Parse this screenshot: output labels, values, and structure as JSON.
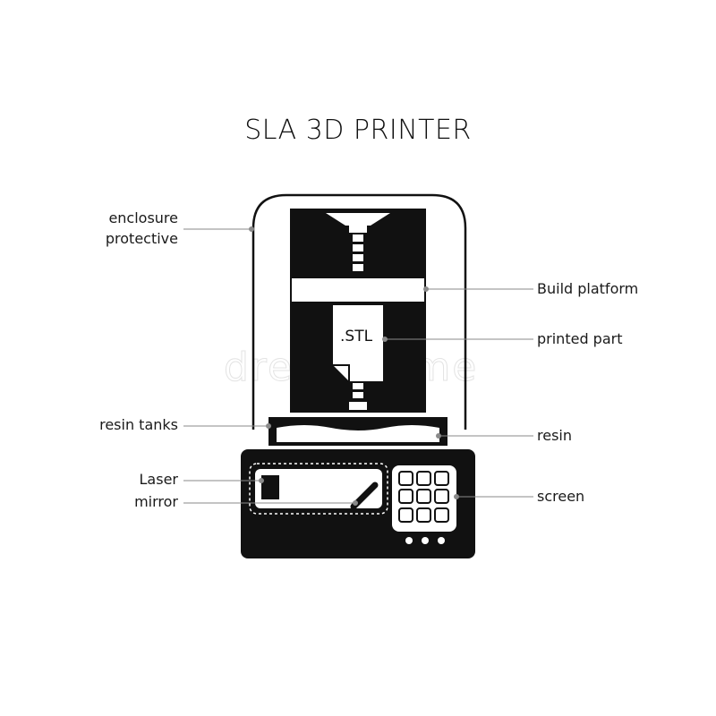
{
  "title": "SLA 3D PRINTER",
  "file_label": ".STL",
  "watermark": "dreamstime",
  "labels": {
    "enclosure_line1": "enclosure",
    "enclosure_line2": "protective",
    "build_platform": "Build platform",
    "printed_part": "printed part",
    "resin_tanks": "resin tanks",
    "resin": "resin",
    "laser": "Laser",
    "mirror": "mirror",
    "screen": "screen"
  },
  "colors": {
    "ink": "#111111",
    "leader": "#8a8a8a",
    "background": "#ffffff"
  }
}
